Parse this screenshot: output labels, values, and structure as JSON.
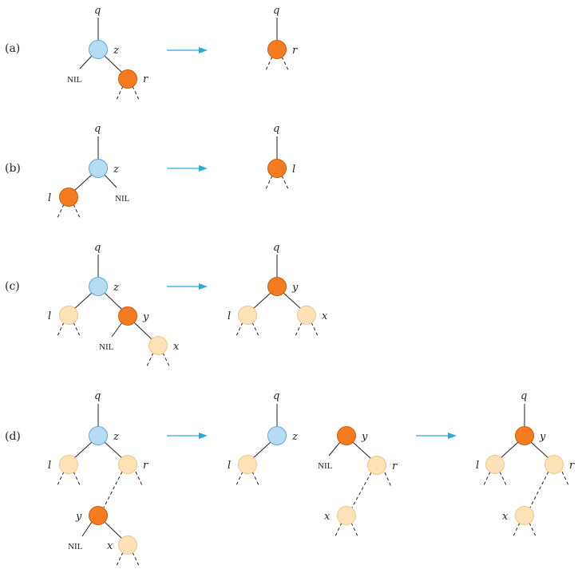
{
  "labels": {
    "parts": [
      "(a)",
      "(b)",
      "(c)",
      "(d)"
    ],
    "q": "q",
    "z": "z",
    "r": "r",
    "l": "l",
    "x": "x",
    "y": "y",
    "nil": "NIL"
  },
  "colors": {
    "z_node": "#b5dcf2",
    "z_stroke": "#5aa9d6",
    "highlight_node": "#f47b20",
    "highlight_stroke": "#c85e10",
    "subtree_node": "#fde2b8",
    "subtree_stroke": "#f2c488",
    "arrow": "#29abe2"
  }
}
